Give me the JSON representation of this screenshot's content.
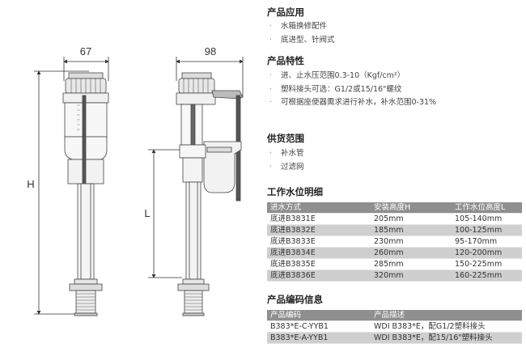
{
  "dimensions": {
    "width_left": "67",
    "width_right": "98",
    "height_h": "H",
    "height_l": "L"
  },
  "application": {
    "title": "产品应用",
    "items": [
      "水箱换修配件",
      "底进型、针阀式"
    ]
  },
  "features": {
    "title": "产品特性",
    "items": [
      "进、止水压范围0.3-10（Kgf/cm²）",
      "塑料接头可选：G1/2或15/16\"螺纹",
      "可根据座便器需求进行补水，补水范围0-31%"
    ]
  },
  "supply": {
    "title": "供货范围",
    "items": [
      "补水管",
      "过滤网"
    ]
  },
  "water_level": {
    "title": "工作水位明细",
    "headers": [
      "进水方式",
      "安装高度H",
      "工作水位高度L"
    ],
    "rows": [
      [
        "底进B3831E",
        "205mm",
        "105-140mm"
      ],
      [
        "底进B3832E",
        "185mm",
        "100-125mm"
      ],
      [
        "底进B3833E",
        "230mm",
        "95-170mm"
      ],
      [
        "底进B3834E",
        "260mm",
        "120-200mm"
      ],
      [
        "底进B3835E",
        "285mm",
        "150-225mm"
      ],
      [
        "底进B3836E",
        "320mm",
        "160-225mm"
      ]
    ]
  },
  "codes": {
    "title": "产品编码信息",
    "headers": [
      "产品编码",
      "产品描述"
    ],
    "rows": [
      [
        "B383*E-C-YYB1",
        "WDI B383*E，配G1/2塑料接头"
      ],
      [
        "B383*E-A-YYB1",
        "WDI B383*E，配15/16\"塑料接头"
      ]
    ]
  }
}
